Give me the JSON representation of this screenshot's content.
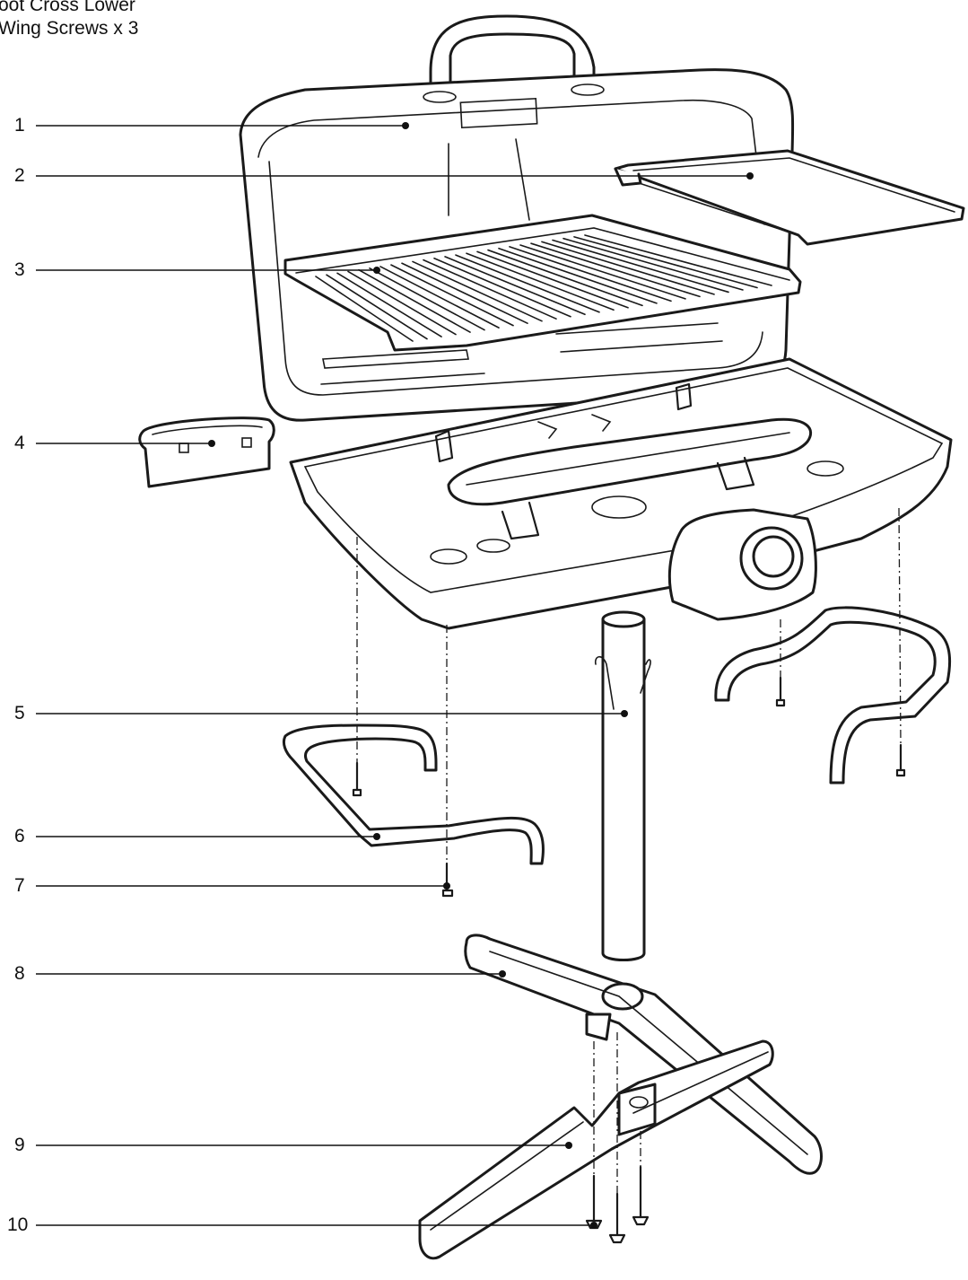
{
  "caption": {
    "line1": "oot Cross Lower",
    "line2": "Wing Screws x 3"
  },
  "labels": [
    "1",
    "2",
    "3",
    "4",
    "5",
    "6",
    "7",
    "8",
    "9",
    "10"
  ]
}
